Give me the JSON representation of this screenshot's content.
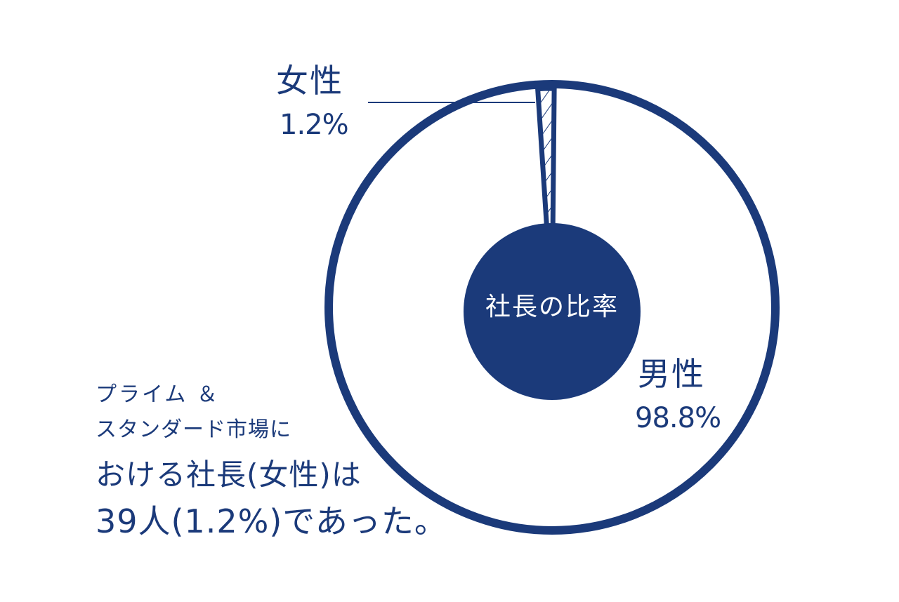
{
  "chart_data": {
    "type": "pie",
    "center_label": "社長の比率",
    "slices": [
      {
        "label": "女性",
        "percent_label": "1.2%",
        "value": 1.2,
        "pattern": "hatched"
      },
      {
        "label": "男性",
        "percent_label": "98.8%",
        "value": 98.8,
        "pattern": "solid-white"
      }
    ]
  },
  "note": {
    "line1": "プライム ＆",
    "line2": "スタンダード市場に",
    "line3": "おける社長(女性)は",
    "line4": "39人(1.2%)であった。"
  },
  "colors": {
    "accent": "#1b3a7a",
    "background": "#ffffff"
  }
}
